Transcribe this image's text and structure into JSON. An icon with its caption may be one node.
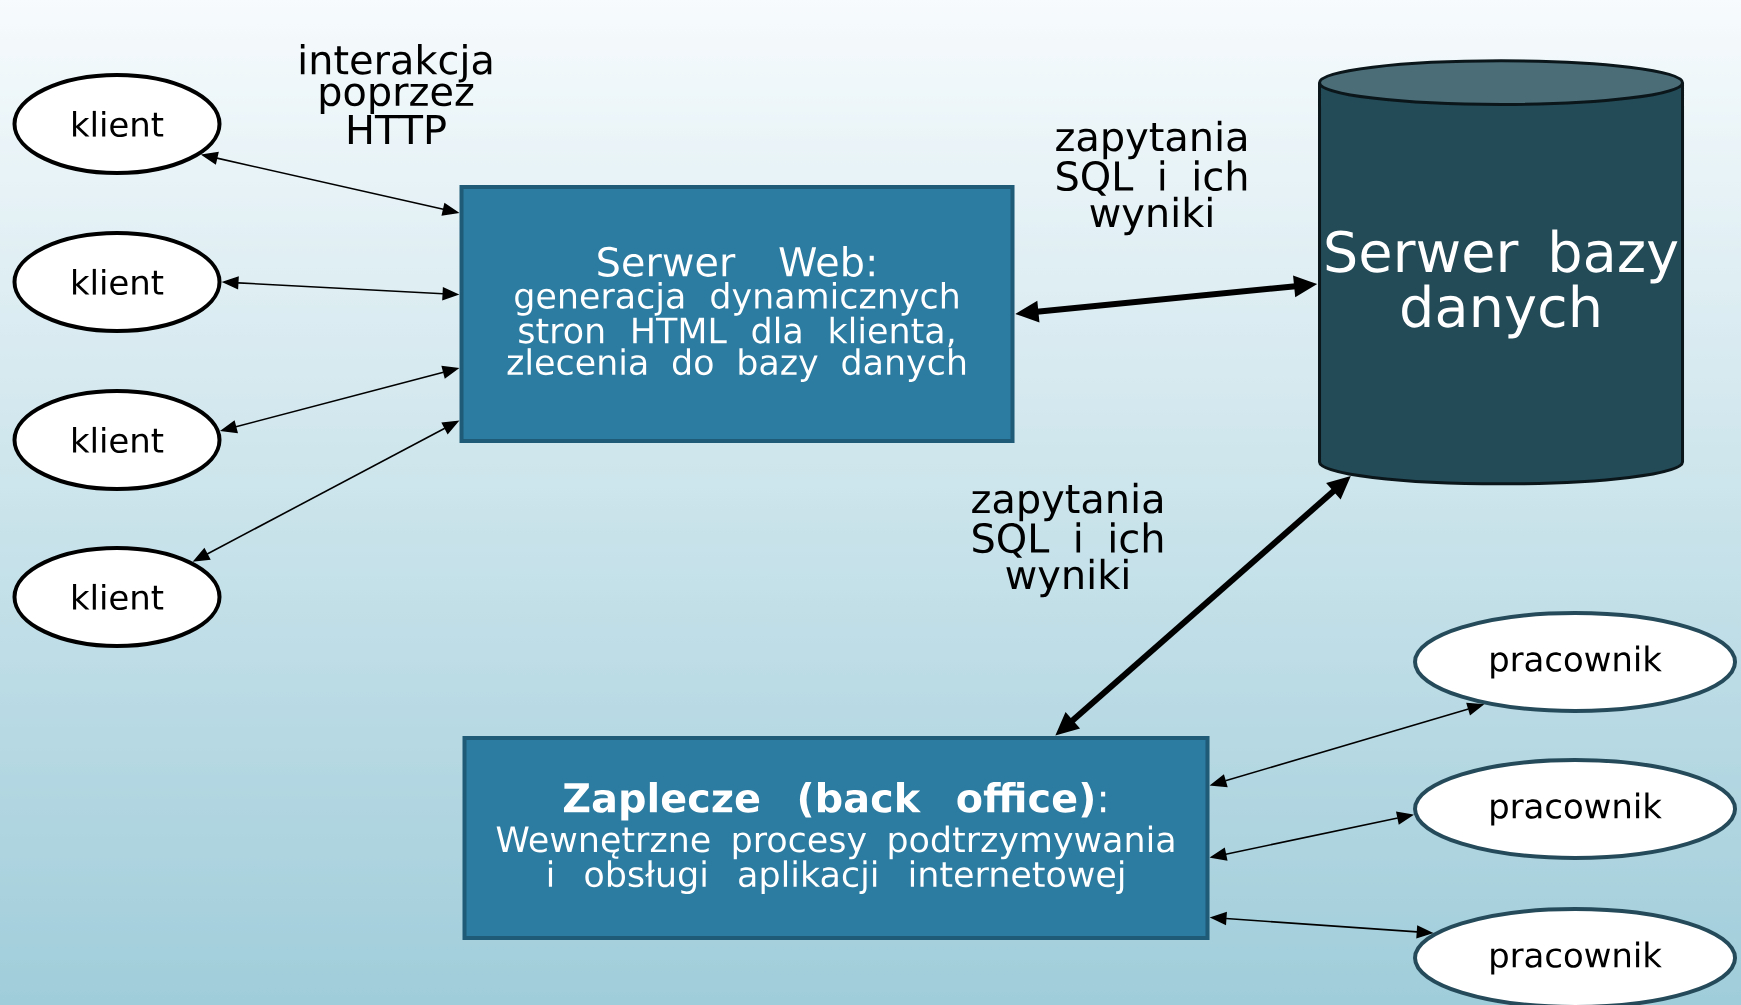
{
  "diagram": {
    "nodes": [
      {
        "text": [
          "klient"
        ]
      },
      {
        "text": [
          "klient"
        ]
      },
      {
        "text": [
          "klient"
        ]
      },
      {
        "text": [
          "klient"
        ]
      },
      {
        "text": [
          "Serwer Web:",
          "generacja dynamicznych stron HTML dla klienta, zlecenia do bazy danych"
        ]
      },
      {
        "text": [
          "Serwer bazy danych"
        ]
      },
      {
        "text": [
          "**Zaplecze (back office)**:",
          "Wewnętrzne procesy podtrzymywania i obsługi aplikacji internetowej"
        ]
      },
      {
        "text": [
          "pracownik"
        ]
      },
      {
        "text": [
          "pracownik"
        ]
      },
      {
        "text": [
          "pracownik"
        ]
      }
    ],
    "edges": [
      {
        "from": 0,
        "to": 4,
        "arrow": "both"
      },
      {
        "from": 1,
        "to": 4,
        "arrow": "both"
      },
      {
        "from": 2,
        "to": 4,
        "arrow": "both"
      },
      {
        "from": 3,
        "to": 4,
        "arrow": "both"
      },
      {
        "from": 4,
        "to": 5,
        "arrow": "both",
        "style": "thick",
        "label": "zapytania SQL i ich wyniki"
      },
      {
        "from": 6,
        "to": 5,
        "arrow": "both",
        "style": "thick",
        "label": "zapytania SQL i ich wyniki"
      },
      {
        "from": 7,
        "to": 6,
        "arrow": "both"
      },
      {
        "from": 8,
        "to": 6,
        "arrow": "both"
      },
      {
        "from": 9,
        "to": 6,
        "arrow": "both"
      }
    ],
    "labels": [
      "interakcja poprzez HTTP"
    ]
  }
}
